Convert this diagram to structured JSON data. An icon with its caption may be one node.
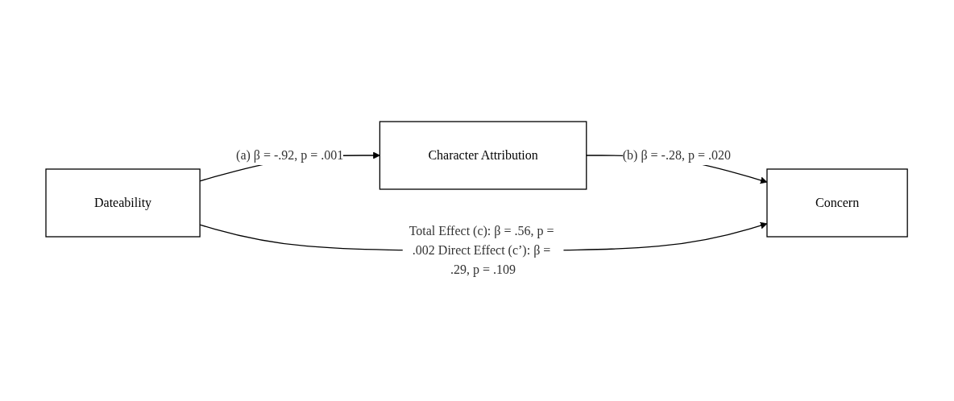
{
  "diagram": {
    "nodes": [
      {
        "text": [
          "Character Attribution"
        ]
      },
      {
        "text": [
          "Dateability"
        ]
      },
      {
        "text": [
          "Concern"
        ]
      }
    ],
    "edges": [
      {
        "from": 1,
        "to": 0,
        "arrow": "to",
        "label": "(a) β = -.92, p = .001"
      },
      {
        "from": 0,
        "to": 2,
        "arrow": "to",
        "label": "(b) β = -.28, p = .020"
      },
      {
        "from": 1,
        "to": 2,
        "arrow": "to",
        "label": "Total Effect (c): β = .56, p = .002 Direct Effect (c’): β = .29, p = .109"
      }
    ]
  }
}
